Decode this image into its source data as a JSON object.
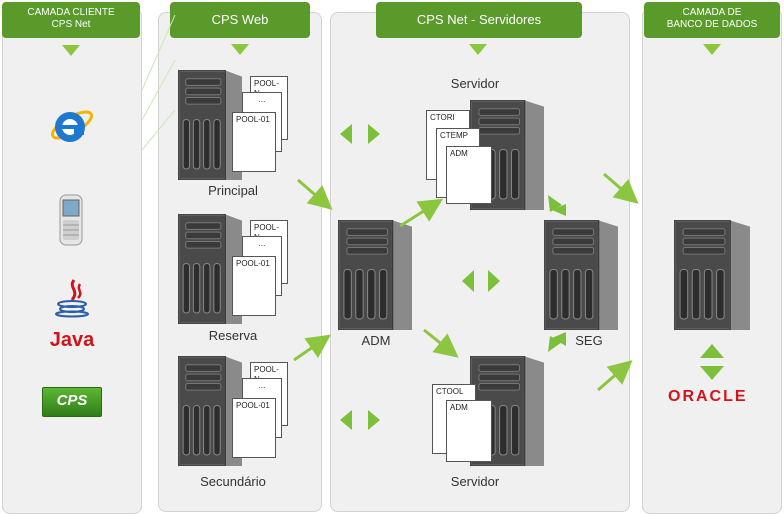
{
  "columns": {
    "client": {
      "title_line1": "CAMADA CLIENTE",
      "title_line2": "CPS Net"
    },
    "web": {
      "title": "CPS Web"
    },
    "net": {
      "title": "CPS Net - Servidores"
    },
    "db": {
      "title_line1": "CAMADA DE",
      "title_line2": "BANCO DE DADOS"
    }
  },
  "web_servers": [
    {
      "label": "Principal",
      "cards": [
        "POOL-N",
        "...",
        "POOL-01"
      ]
    },
    {
      "label": "Reserva",
      "cards": [
        "POOL-N",
        "...",
        "POOL-01"
      ]
    },
    {
      "label": "Secundário",
      "cards": [
        "POOL-N",
        "...",
        "POOL-01"
      ]
    }
  ],
  "net_servers": {
    "top": {
      "label": "Servidor",
      "cards": [
        "CTORI",
        "CTEMP",
        "ADM"
      ]
    },
    "adm": {
      "label": "ADM"
    },
    "seg": {
      "label": "SEG"
    },
    "bottom": {
      "label": "Servidor",
      "cards": [
        "CTOOL",
        "ADM"
      ]
    }
  },
  "client_items": {
    "java_label": "Java",
    "cpsnet_label": "CPS"
  },
  "db": {
    "oracle_label": "ORACLE"
  },
  "colors": {
    "accent": "#5a9a2b",
    "arrow": "#8cc63f",
    "panel": "#f0f0f0",
    "oracle": "#d2141a"
  },
  "icons": [
    "ie-icon",
    "phone-icon",
    "java-icon",
    "cpsnet-logo-icon",
    "server-tower-icon",
    "oracle-logo"
  ]
}
